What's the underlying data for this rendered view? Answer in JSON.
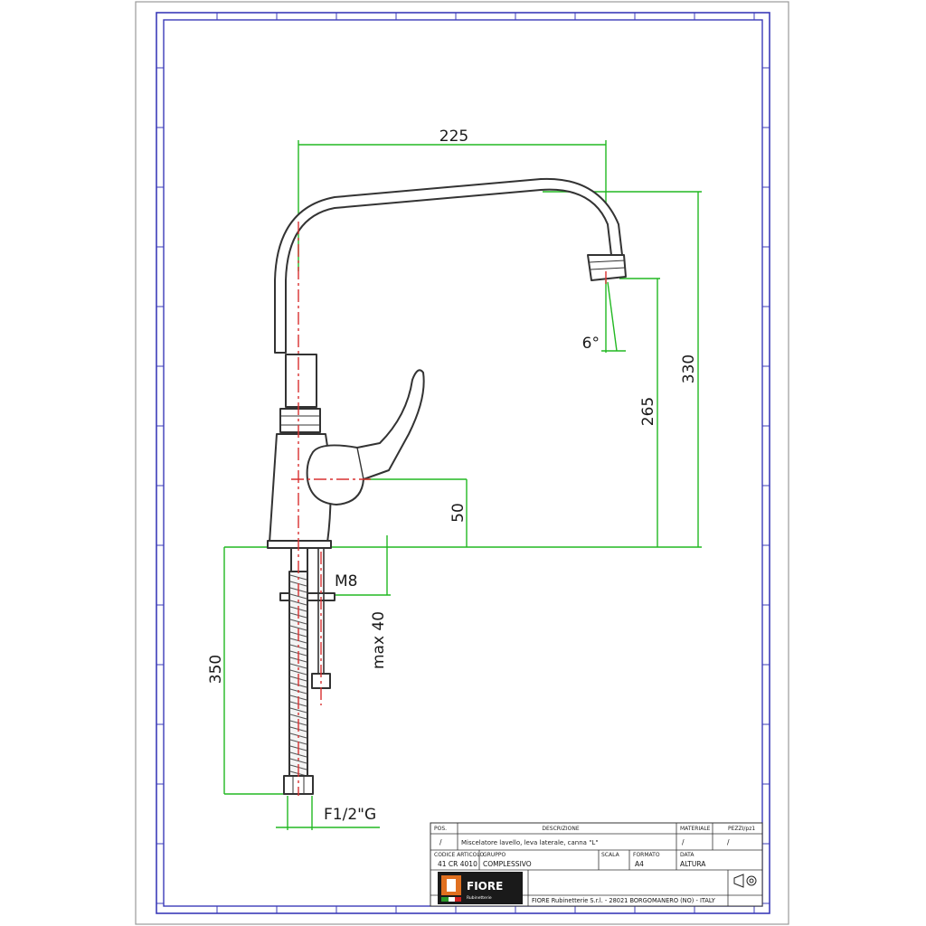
{
  "dimensions": {
    "spout_reach": "225",
    "total_height": "330",
    "spout_height": "265",
    "lever_height": "50",
    "spout_angle": "6°",
    "thread": "M8",
    "max_thickness": "max 40",
    "hose_length": "350",
    "connection": "F1/2\"G"
  },
  "title_block": {
    "pos_label": "POS.",
    "desc_label": "DESCRIZIONE",
    "material_label": "MATERIALE",
    "pezzi_label": "PEZZI/pz1",
    "pos_value": "/",
    "description": "Miscelatore lavello, leva laterale, canna \"L\"",
    "material_value": "/",
    "pezzi_value": "/",
    "code_label": "CODICE ARTICOLO",
    "code_value": "41 CR 4010",
    "group_label": "GRUPPO",
    "group_value": "COMPLESSIVO",
    "scale_label": "SCALA",
    "format_label": "FORMATO",
    "format_value": "A4",
    "data_label": "DATA",
    "height_value": "ALTURA",
    "footer": "FIORE Rubinetterie S.r.l. - 28021 BORGOMANERO (NO) - ITALY",
    "logo_text": "FIORE",
    "logo_sub": "Rubinetterie"
  },
  "colors": {
    "frame": "#3b3bb8",
    "dimension": "#22b822",
    "center_line": "#d83030",
    "outline": "#333333"
  }
}
